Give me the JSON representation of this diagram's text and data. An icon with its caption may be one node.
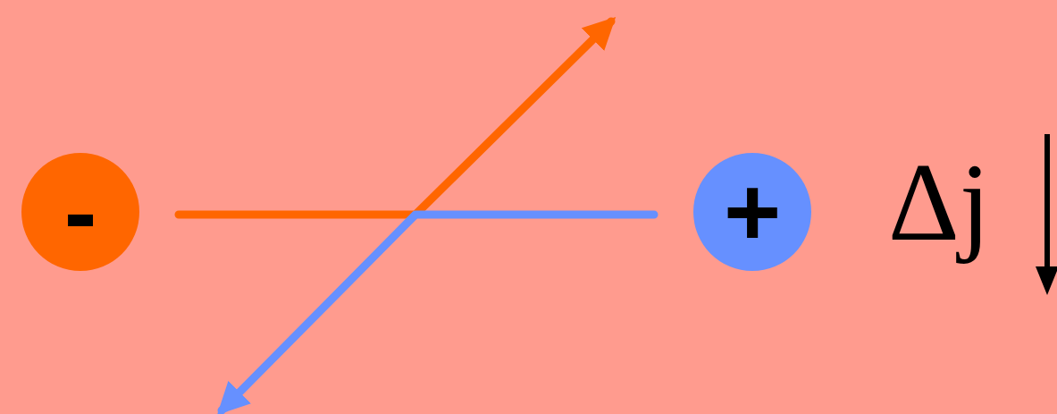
{
  "diagram": {
    "nodes": [
      {
        "text": [
          "-"
        ]
      },
      {
        "text": [
          "+"
        ]
      }
    ],
    "edges": [
      {
        "from": 0,
        "to": null,
        "arrow": "to",
        "color": "#ff6600"
      },
      {
        "from": 1,
        "to": null,
        "arrow": "to",
        "color": "#6690ff"
      }
    ],
    "labels": [
      "Δj"
    ]
  }
}
